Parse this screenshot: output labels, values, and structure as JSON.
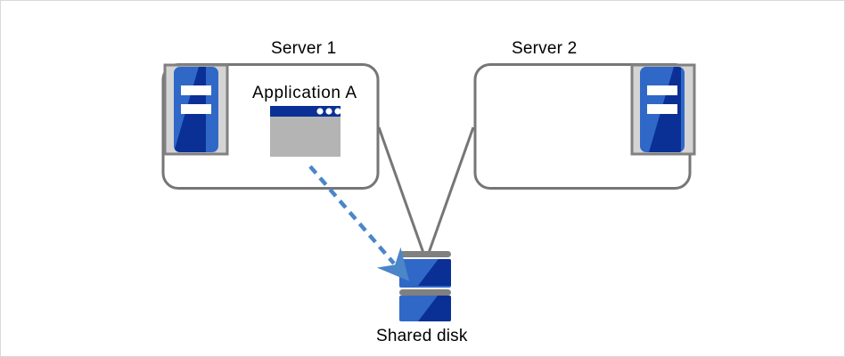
{
  "diagram": {
    "title": "",
    "type": "shared-disk-cluster",
    "colors": {
      "box_border": "#767676",
      "connector": "#767676",
      "arrow": "#4a86c8",
      "icon_blue_light": "#3068c8",
      "icon_blue_dark": "#0a3096",
      "icon_frame_bg": "#d4d4d4",
      "icon_frame_border": "#808080",
      "window_titlebar": "#0a3096",
      "window_body": "#b4b4b4",
      "page_border": "#d9d9d9",
      "text": "#000000"
    },
    "nodes": [
      {
        "id": "server1",
        "label": "Server 1",
        "icon": "server-icon",
        "icon_position": "top-left",
        "contains": "application-a"
      },
      {
        "id": "server2",
        "label": "Server 2",
        "icon": "server-icon",
        "icon_position": "top-right",
        "contains": null
      },
      {
        "id": "shared-disk",
        "label": "Shared disk",
        "icon": "disk-stack-icon",
        "platters": 2
      }
    ],
    "application": {
      "label": "Application A",
      "icon": "app-window-icon",
      "window_dots": 3
    },
    "connectors": [
      {
        "from": "server1",
        "to": "shared-disk",
        "style": "solid",
        "color": "#767676"
      },
      {
        "from": "server2",
        "to": "shared-disk",
        "style": "solid",
        "color": "#767676"
      }
    ],
    "access_arrow": {
      "from": "application-a",
      "to": "shared-disk",
      "style": "dashed",
      "color": "#4a86c8",
      "label": ""
    }
  }
}
